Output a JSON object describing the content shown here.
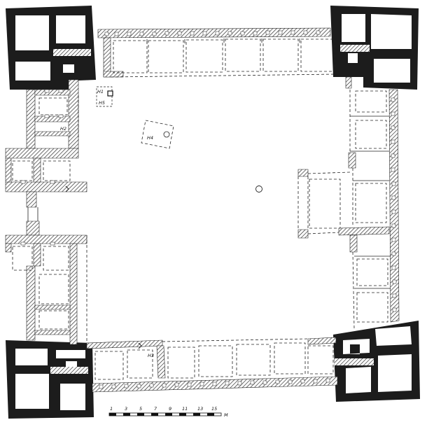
{
  "plan": {
    "room_labels": [
      "H1",
      "H5",
      "H2",
      "H4",
      "H3"
    ],
    "scale_bar": {
      "ticks": [
        "1",
        "3",
        "5",
        "7",
        "9",
        "11",
        "13",
        "15"
      ],
      "unit": "M"
    }
  }
}
